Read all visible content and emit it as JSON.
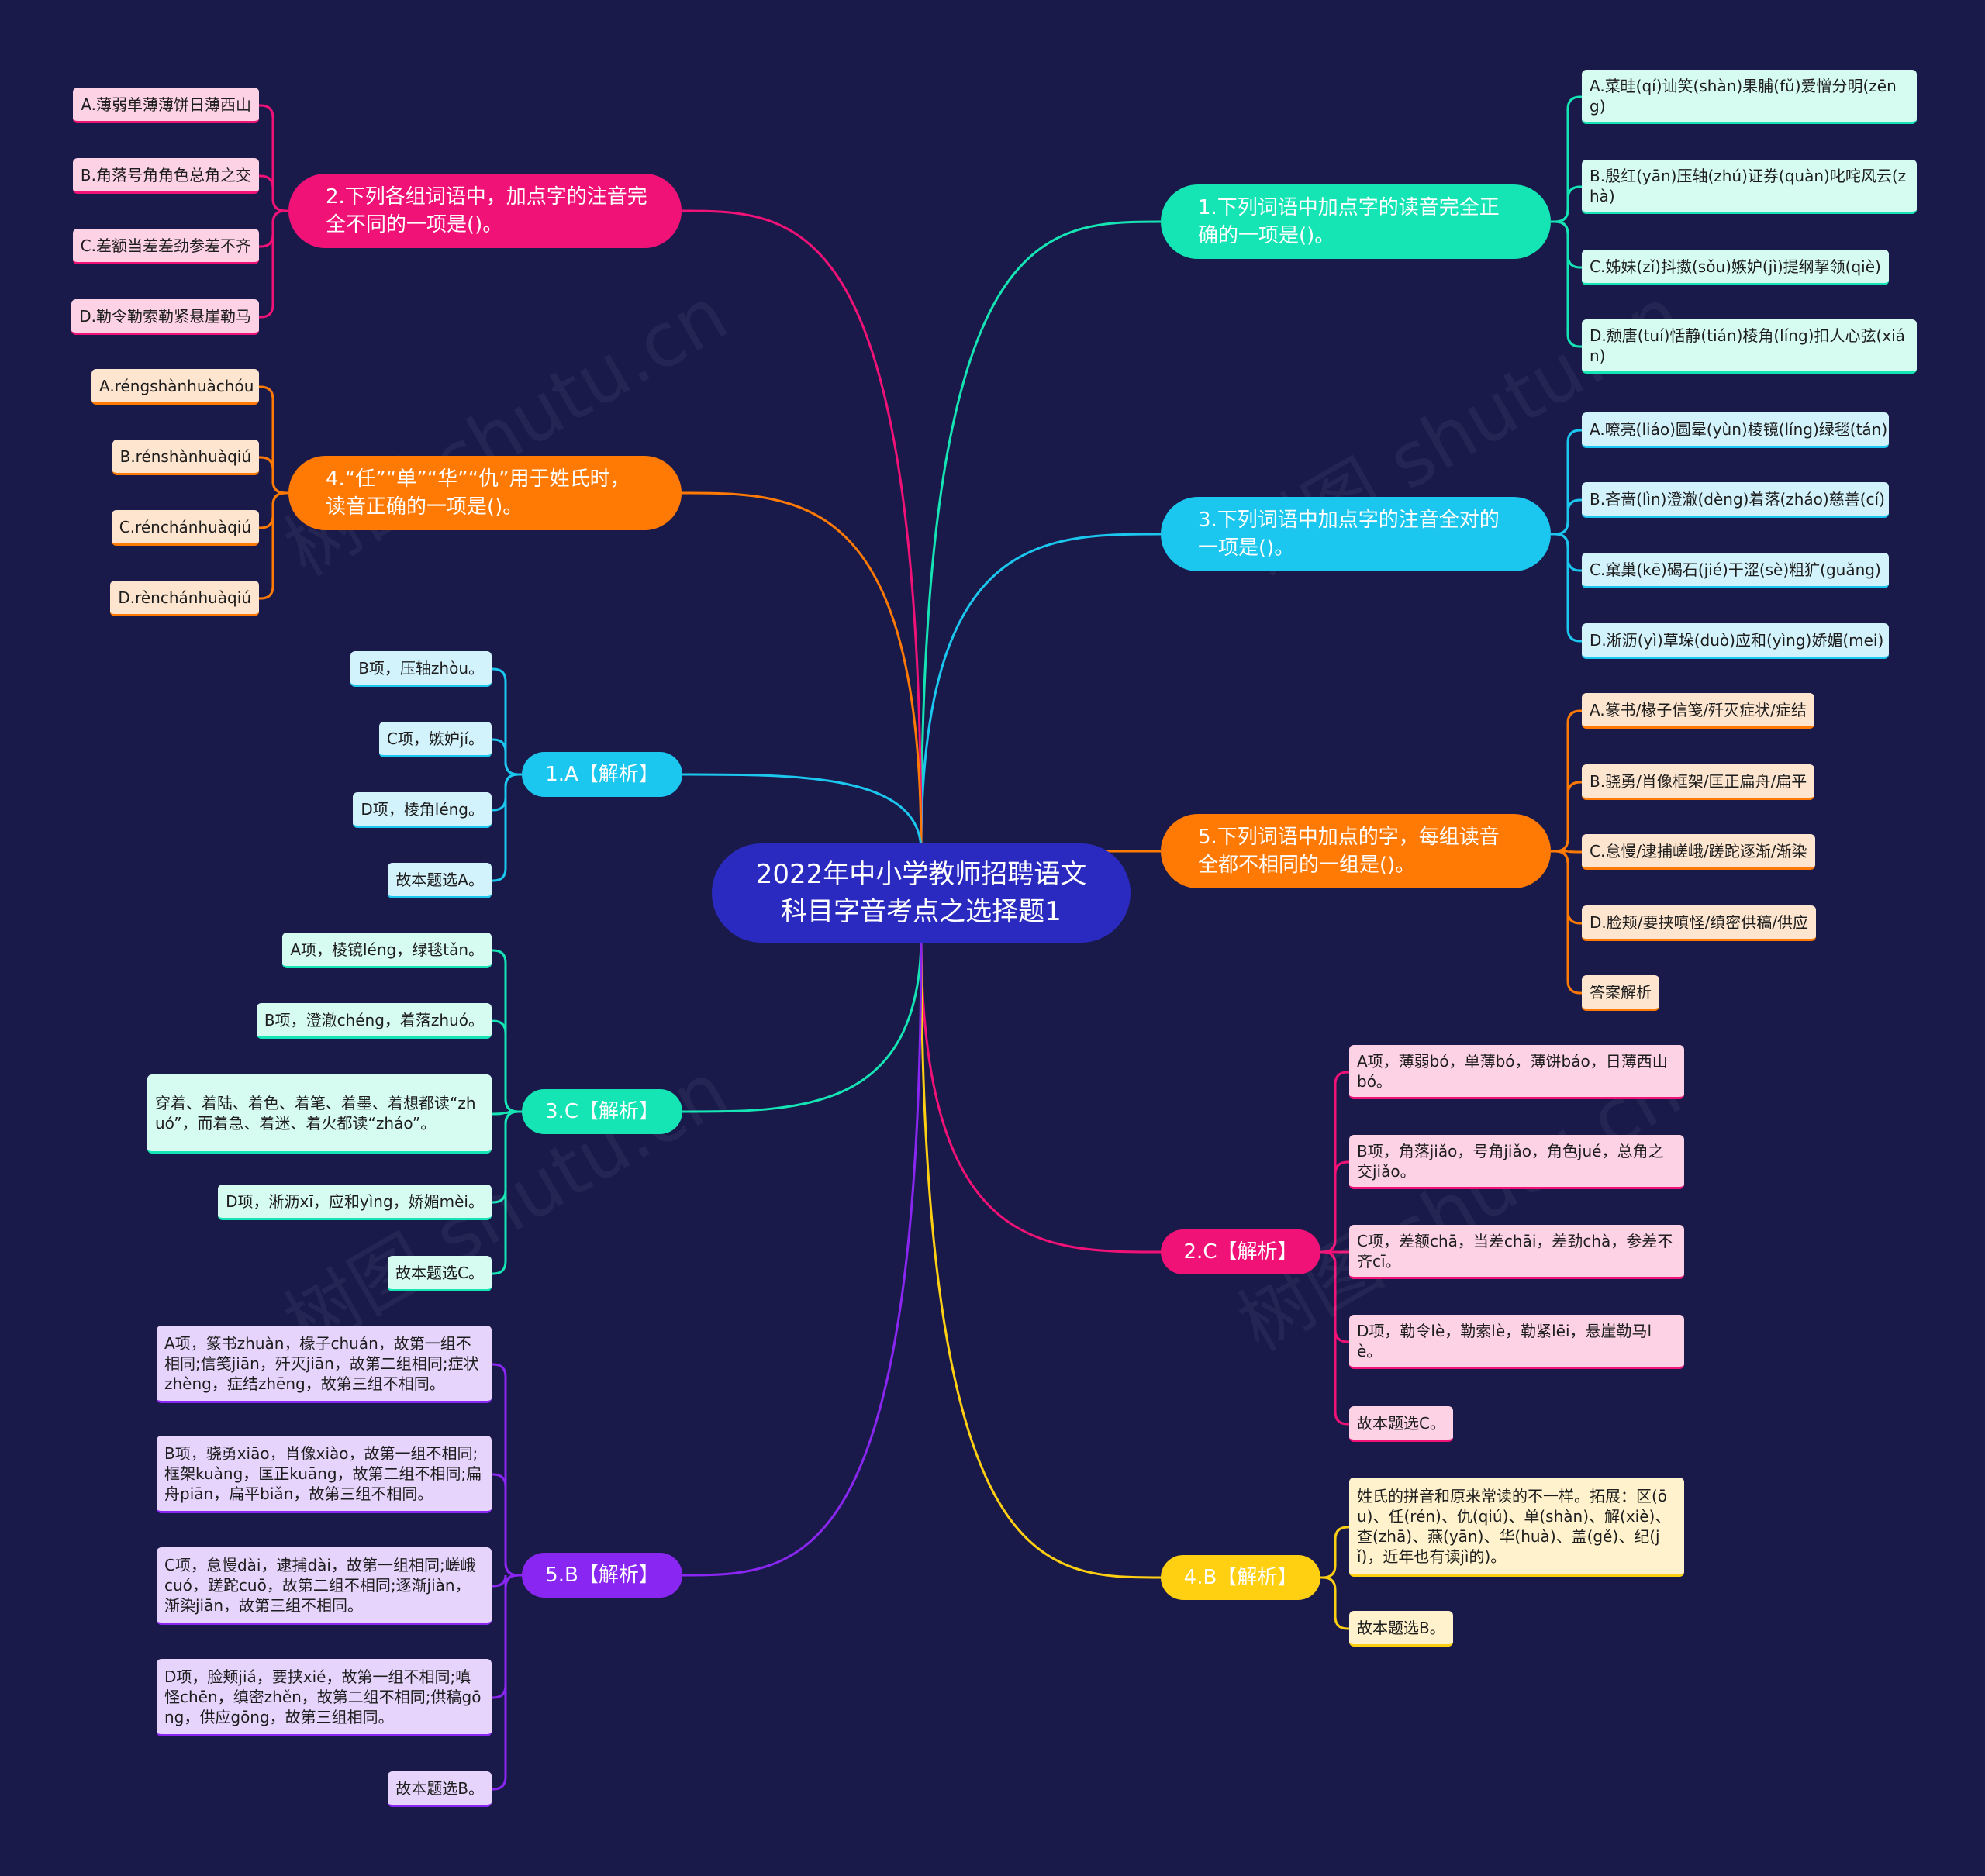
{
  "root": {
    "title": "2022年中小学教师招聘语文科目字音考点之选择题1"
  },
  "colors": {
    "background": "#1a1a4a",
    "root": "#2a2ac0",
    "green": "#15e4b4",
    "cyan": "#1bc7ee",
    "orange": "#ff7a05",
    "pink": "#f01277",
    "yellow": "#ffd012",
    "purple": "#8a26f2",
    "leaf_green": "#d6fbf1",
    "leaf_cyan": "#d2f2fc",
    "leaf_orange": "#fde5cf",
    "leaf_pink": "#fdd2e4",
    "leaf_yellow": "#fff2cc",
    "leaf_purple": "#e6d4fc"
  },
  "branches": {
    "q1": {
      "label": "1.下列词语中加点字的读音完全正确的一项是()。",
      "items": [
        "A.菜畦(qí)讪笑(shàn)果脯(fǔ)爱憎分明(zēng)",
        "B.殷红(yān)压轴(zhú)证券(quàn)叱咤风云(zhà)",
        "C.姊妹(zǐ)抖擞(sǒu)嫉妒(jì)提纲挈领(qiè)",
        "D.颓唐(tuí)恬静(tián)棱角(líng)扣人心弦(xián)"
      ]
    },
    "q3": {
      "label": "3.下列词语中加点字的注音全对的一项是()。",
      "items": [
        "A.嘹亮(liáo)圆晕(yùn)棱镜(líng)绿毯(tán)",
        "B.吝啬(lìn)澄澈(dèng)着落(zháo)慈善(cí)",
        "C.窠巢(kē)碣石(jié)干涩(sè)粗犷(guǎng)",
        "D.淅沥(yì)草垛(duò)应和(yìng)娇媚(mei)"
      ]
    },
    "q5": {
      "label": "5.下列词语中加点的字，每组读音全都不相同的一组是()。",
      "items": [
        "A.篆书/椽子信笺/歼灭症状/症结",
        "B.骁勇/肖像框架/匡正扁舟/扁平",
        "C.怠慢/逮捕嵯峨/蹉跎逐渐/渐染",
        "D.脸颊/要挟嗔怪/缜密供稿/供应",
        "答案解析"
      ]
    },
    "a2": {
      "label": "2.C【解析】",
      "items": [
        "A项，薄弱bó，单薄bó，薄饼báo，日薄西山bó。",
        "B项，角落jiǎo，号角jiǎo，角色jué，总角之交jiǎo。",
        "C项，差额chā，当差chāi，差劲chà，参差不齐cī。",
        "D项，勒令lè，勒索lè，勒紧lēi，悬崖勒马lè。",
        "故本题选C。"
      ]
    },
    "a4": {
      "label": "4.B【解析】",
      "items": [
        "姓氏的拼音和原来常读的不一样。拓展：区(ōu)、任(rén)、仇(qiú)、单(shàn)、解(xiè)、查(zhā)、燕(yān)、华(huà)、盖(gě)、纪(jǐ)，近年也有读jì的)。",
        "故本题选B。"
      ]
    },
    "q2": {
      "label": "2.下列各组词语中，加点字的注音完全不同的一项是()。",
      "items": [
        "A.薄弱单薄薄饼日薄西山",
        "B.角落号角角色总角之交",
        "C.差额当差差劲参差不齐",
        "D.勒令勒索勒紧悬崖勒马"
      ]
    },
    "q4": {
      "label": "4.“任”“单”“华”“仇”用于姓氏时，读音正确的一项是()。",
      "items": [
        "A.réngshànhuàchóu",
        "B.rénshànhuàqiú",
        "C.rénchánhuàqiú",
        "D.rènchánhuàqiú"
      ]
    },
    "a1": {
      "label": "1.A【解析】",
      "items": [
        "B项，压轴zhòu。",
        "C项，嫉妒jí。",
        "D项，棱角léng。",
        "故本题选A。"
      ]
    },
    "a3": {
      "label": "3.C【解析】",
      "items": [
        "A项，棱镜léng，绿毯tǎn。",
        "B项，澄澈chéng，着落zhuó。",
        "穿着、着陆、着色、着笔、着墨、着想都读“zhuó”，而着急、着迷、着火都读“zháo”。",
        "D项，淅沥xī，应和yìng，娇媚mèi。",
        "故本题选C。"
      ]
    },
    "a5": {
      "label": "5.B【解析】",
      "items": [
        "A项，篆书zhuàn，椽子chuán，故第一组不相同;信笺jiān，歼灭jiān，故第二组相同;症状zhèng，症结zhēng，故第三组不相同。",
        "B项，骁勇xiāo，肖像xiào，故第一组不相同;框架kuàng，匡正kuāng，故第二组不相同;扁舟piān，扁平biǎn，故第三组不相同。",
        "C项，怠慢dài，逮捕dài，故第一组相同;嵯峨cuó，蹉跎cuō，故第二组不相同;逐渐jiàn，渐染jiān，故第三组不相同。",
        "D项，脸颊jiá，要挟xié，故第一组不相同;嗔怪chēn，缜密zhěn，故第二组不相同;供稿gōng，供应gōng，故第三组相同。",
        "故本题选B。"
      ]
    }
  }
}
